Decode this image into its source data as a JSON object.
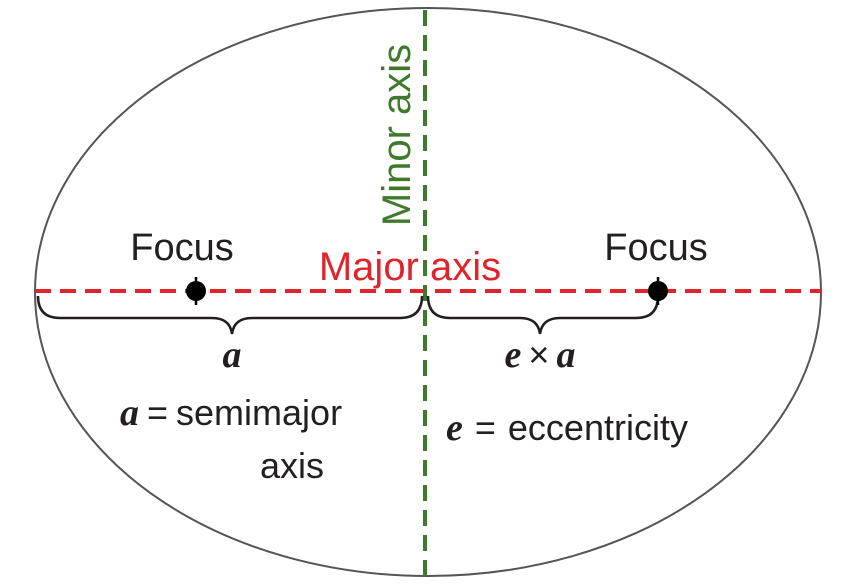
{
  "labels": {
    "focus_left": "Focus",
    "focus_right": "Focus",
    "major_axis": "Major axis",
    "minor_axis": "Minor axis",
    "a_symbol": "a",
    "e_symbol": "e",
    "times_sign": "×",
    "equals_sign": "=",
    "semimajor_line1": "semimajor",
    "semimajor_line2": "axis",
    "eccentricity": "eccentricity"
  },
  "colors": {
    "outline": "#555555",
    "major_axis": "#e0242b",
    "minor_axis": "#3f7a2c",
    "text": "#231f20",
    "focus_dot": "#000000"
  }
}
